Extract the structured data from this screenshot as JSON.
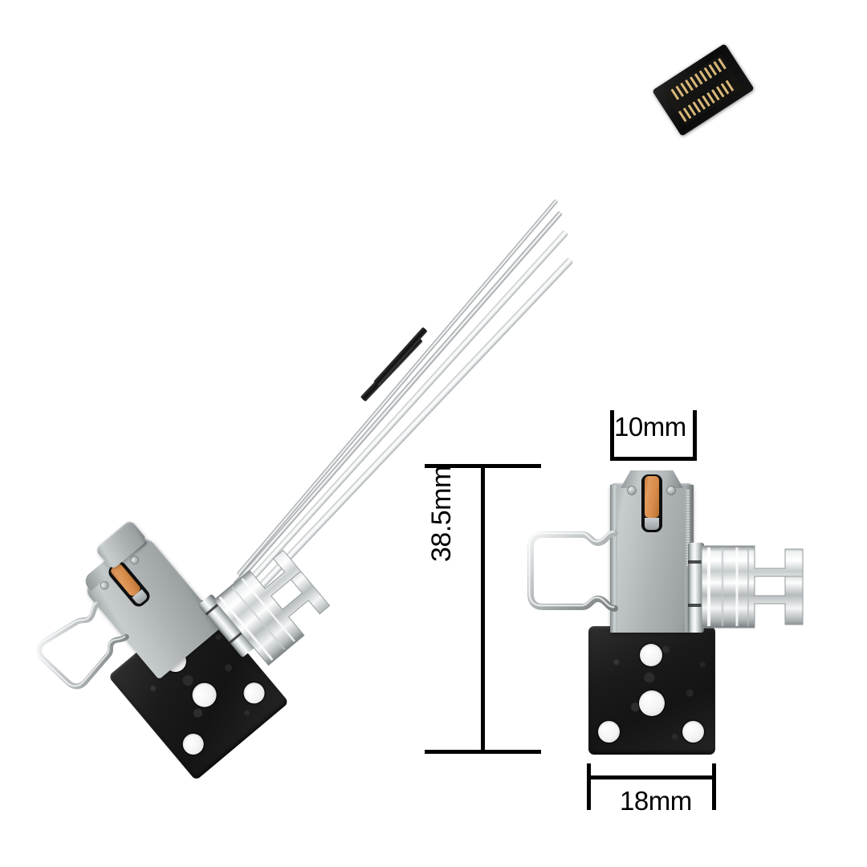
{
  "scene": {
    "background_color": "#ffffff",
    "subject": "stainless-steel endoscope biopsy forceps jaw assembly with black composite base plate and ribbon-cable connector",
    "views": [
      {
        "name": "angled-full-view",
        "position": "left",
        "label": ""
      },
      {
        "name": "front-view-with-dimensions",
        "position": "right",
        "label": ""
      }
    ]
  },
  "dimensions": {
    "height": {
      "value": "38.5mm",
      "orientation": "vertical",
      "position": "left-of-front-view"
    },
    "top_width": {
      "value": "10mm",
      "orientation": "horizontal",
      "position": "above-latch-head"
    },
    "bottom_width": {
      "value": "18mm",
      "orientation": "horizontal",
      "position": "below-base-plate"
    }
  },
  "colors": {
    "dimension_line": "#000000",
    "dimension_text": "#000000",
    "metal_light": "#c7ccce",
    "metal_mid": "#adb2b4",
    "metal_dark": "#6f7577",
    "chrome_highlight": "#ffffff",
    "copper_slot": "#d88c4c",
    "base_plate": "#1a1a1a",
    "hole_fill": "#ffffff",
    "connector_body": "#0b0b0b",
    "connector_pin": "#d9b779",
    "tube_white": "#ffffff",
    "tube_black": "#101010"
  },
  "parts": {
    "base_plate": {
      "name": "black composite mounting plate",
      "hole_count": 4
    },
    "latch_body": {
      "name": "grey metal latch housing",
      "rivet_count": 2,
      "slot_color": "#d88c4c"
    },
    "wire_bail": {
      "name": "stainless wire bail bracket"
    },
    "hinge": {
      "name": "hinge barrel",
      "band_count": 2
    },
    "fork_clip": {
      "name": "chrome fork clip"
    },
    "cable": {
      "name": "multi-lumen tube bundle",
      "tube_count": 4,
      "black_segment_count": 2
    },
    "connector": {
      "name": "black ribbon connector header",
      "pin_rows": 2,
      "pins_per_row": 11
    }
  }
}
